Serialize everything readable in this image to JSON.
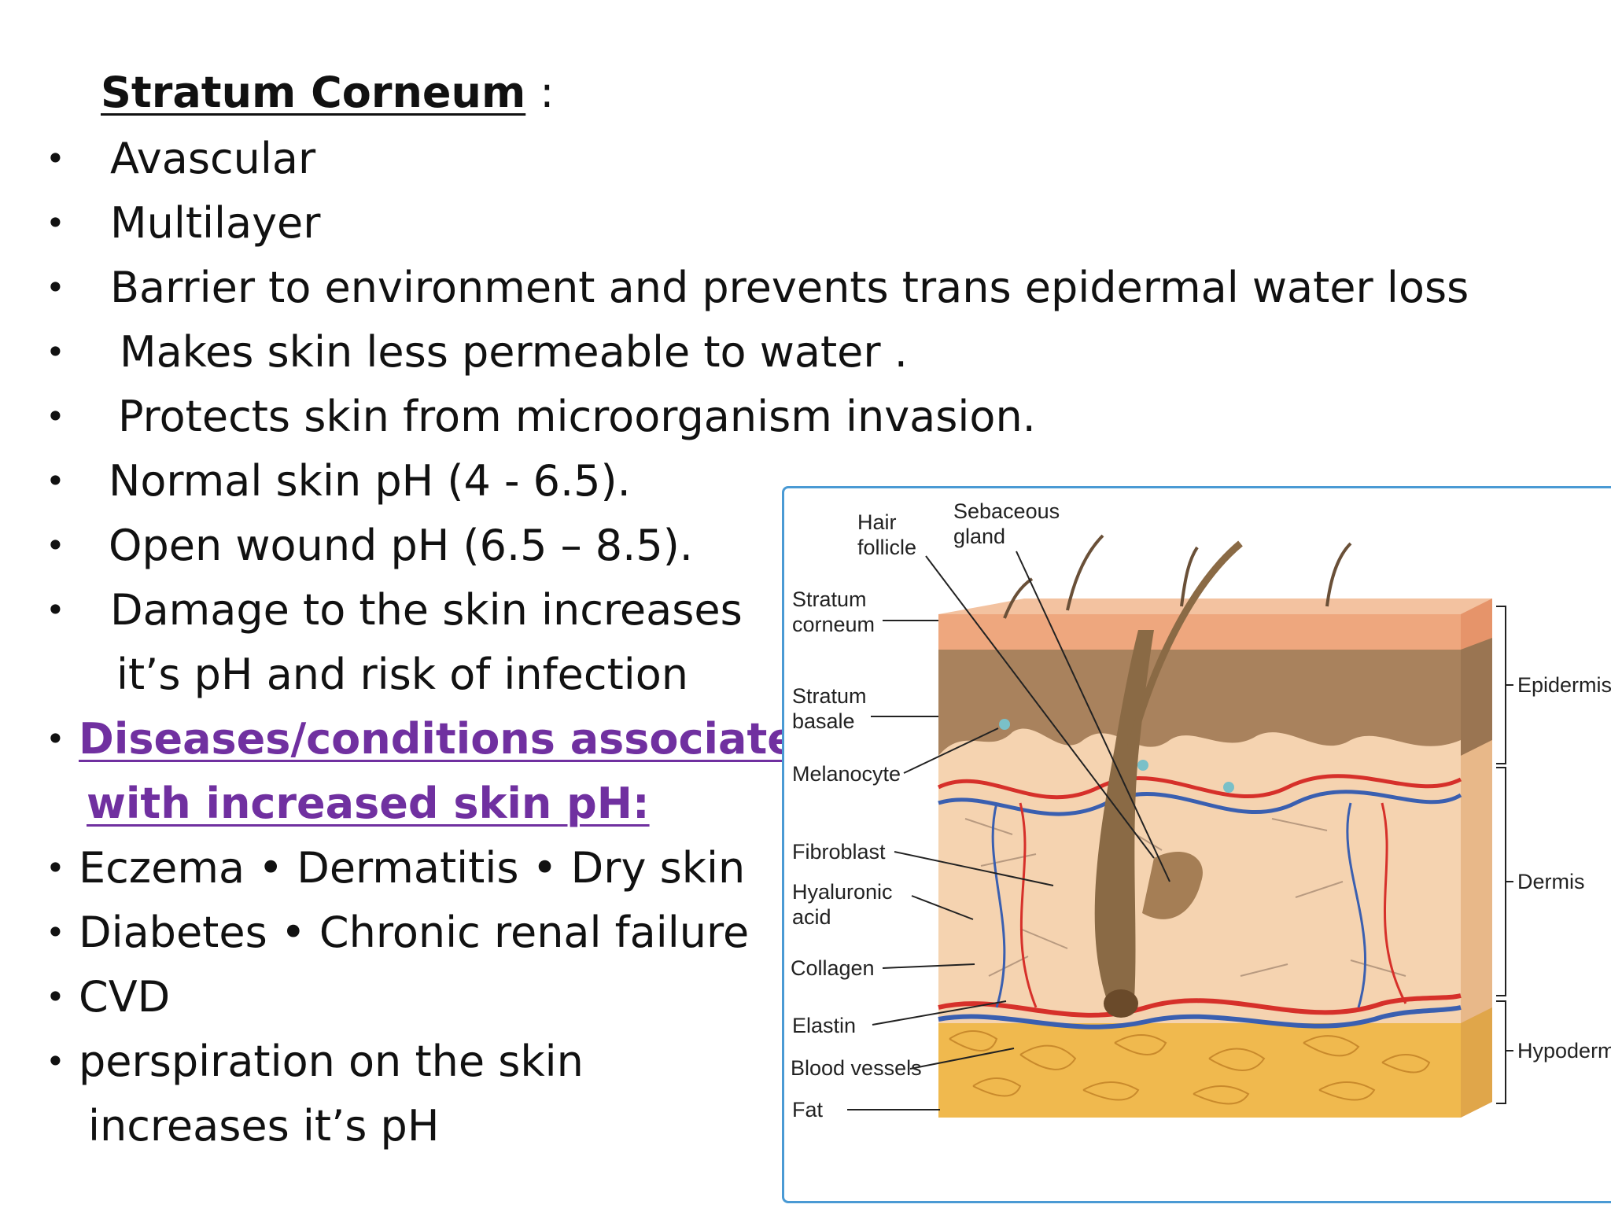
{
  "slide": {
    "heading": "Stratum Corneum",
    "heading_suffix": ":",
    "bullet_symbol": "•",
    "items": [
      "Avascular",
      "Multilayer",
      "Barrier to environment and prevents trans epidermal water loss",
      "Makes skin less permeable to water .",
      "Protects skin from microorganism invasion.",
      "Normal skin pH (4 - 6.5).",
      "Open wound pH (6.5 – 8.5).",
      "Damage to the skin increases",
      "it’s pH and risk of infection"
    ],
    "diseases_heading_line1": "Diseases/conditions associated",
    "diseases_heading_line2": "with increased skin pH:",
    "diseases": [
      "Eczema • Dermatitis • Dry skin",
      "Diabetes • Chronic renal failure",
      "CVD",
      "perspiration on the skin",
      "increases it’s pH"
    ],
    "accent_color": "#7030a0"
  },
  "figure": {
    "labels": {
      "hair_follicle_1": "Hair",
      "hair_follicle_2": "follicle",
      "sebaceous_1": "Sebaceous",
      "sebaceous_2": "gland",
      "stratum_corneum_1": "Stratum",
      "stratum_corneum_2": "corneum",
      "stratum_basale_1": "Stratum",
      "stratum_basale_2": "basale",
      "melanocyte": "Melanocyte",
      "fibroblast": "Fibroblast",
      "hyaluronic_1": "Hyaluronic",
      "hyaluronic_2": "acid",
      "collagen": "Collagen",
      "elastin": "Elastin",
      "blood_vessels": "Blood vessels",
      "fat": "Fat",
      "epidermis": "Epidermis",
      "dermis": "Dermis",
      "hypodermis": "Hypodermis"
    },
    "colors": {
      "border": "#4a9ad4",
      "epidermis_top": "#f2b48c",
      "dermis": "#f6d2ad",
      "fat": "#f0b84a",
      "artery": "#d6302a",
      "vein": "#3a5fb0"
    }
  }
}
